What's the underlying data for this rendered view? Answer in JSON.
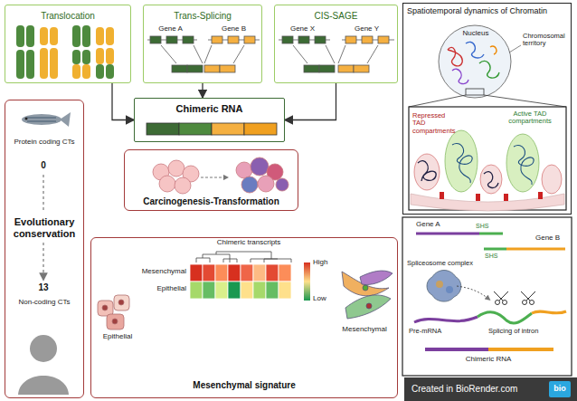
{
  "diagram": {
    "nodes": [
      {
        "text": [
          "Translocation"
        ]
      },
      {
        "text": [
          "Trans-Splicing"
        ]
      },
      {
        "text": [
          "CIS-SAGE"
        ]
      },
      {
        "text": [
          "Chimeric RNA"
        ]
      },
      {
        "text": [
          "Evolutionary conservation"
        ]
      },
      {
        "text": [
          "Carcinogenesis-Transformation"
        ]
      },
      {
        "text": [
          "Mesenchymal signature"
        ]
      },
      {
        "text": [
          "Spatiotemporal dynamics of Chromatin"
        ]
      }
    ],
    "edges": [
      {
        "from": 0,
        "to": 3,
        "arrow": "to"
      },
      {
        "from": 1,
        "to": 3,
        "arrow": "to"
      },
      {
        "from": 2,
        "to": 3,
        "arrow": "to"
      }
    ],
    "labels": [
      "Gene A",
      "Gene B",
      "Gene X",
      "Gene Y",
      "Protein coding CTs",
      "0",
      "13",
      "Non-coding CTs",
      "Chimeric transcripts",
      "High",
      "Low",
      "Mesenchymal",
      "Epithelial",
      "Epithelial",
      "Mesenchymal",
      "Nucleus",
      "Chromosomal territory",
      "Repressed TAD compartments",
      "Active TAD compartments",
      "Gene A",
      "SHS",
      "SHS",
      "Gene B",
      "Spliceosome complex",
      "Pre-mRNA",
      "Splicing of intron",
      "Chimeric RNA",
      "Created in BioRender.com",
      "bio"
    ]
  }
}
